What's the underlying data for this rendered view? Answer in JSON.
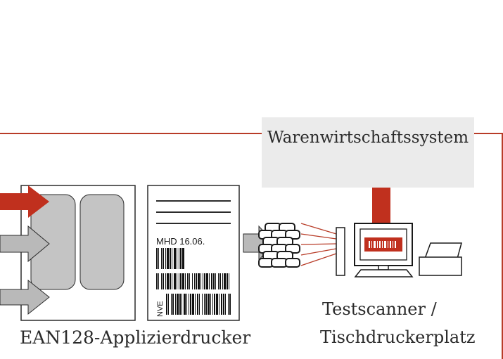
{
  "warenwirtschaftssystem": {
    "label": "Warenwirtschaftssystem"
  },
  "label_sheet": {
    "mhd_text": "MHD 16.06.",
    "nve_text": "NVE"
  },
  "applizierdrucker": {
    "label": "EAN128-Applizierdrucker"
  },
  "testscanner": {
    "label_line1": "Testscanner /",
    "label_line2": "Tischdruckerplatz"
  },
  "colors": {
    "accent_red": "#c0301e",
    "frame_red": "#b83c28",
    "gray_fill": "#c4c4c4",
    "arrow_gray": "#b9b9b9",
    "box_gray": "#ebebeb"
  }
}
